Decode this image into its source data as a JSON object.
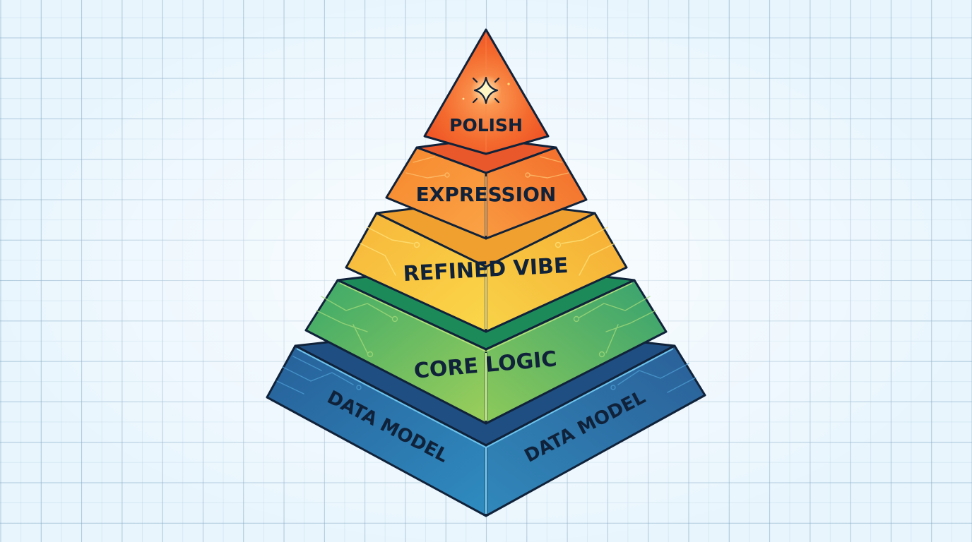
{
  "diagram": {
    "type": "layered-pyramid",
    "orientation": "bottom-to-top",
    "layers": [
      {
        "id": "polish",
        "label": "POLISH",
        "icon": "sparkle-icon",
        "color": "#f0592a"
      },
      {
        "id": "expression",
        "label": "EXPRESSION",
        "color": "#f7913a"
      },
      {
        "id": "refined-vibe",
        "label": "REFINED VIBE",
        "color": "#f9c63e"
      },
      {
        "id": "core-logic",
        "label": "CORE LOGIC",
        "color": "#6cbf5a"
      },
      {
        "id": "data-model",
        "label_left": "DATA MODEL",
        "label_right": "DATA MODEL",
        "color": "#2f7fb8"
      }
    ]
  },
  "colors": {
    "background": "#e8f5fd",
    "grid": "#9fbfd6",
    "outline": "#10223a",
    "text": "#10223a"
  }
}
